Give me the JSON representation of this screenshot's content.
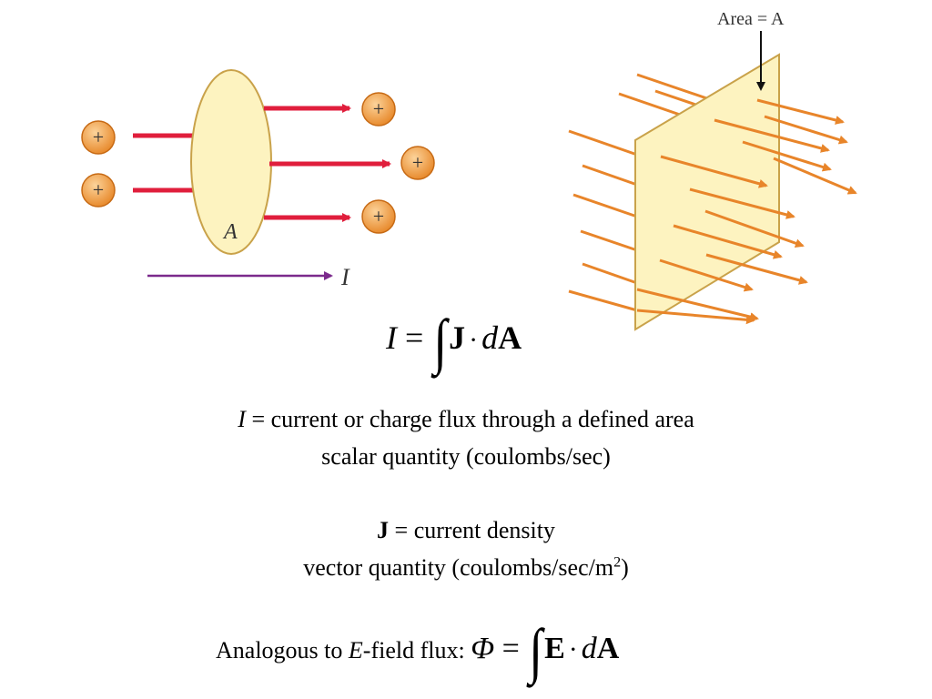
{
  "diagram_left": {
    "area_label": "A",
    "charge_symbol": "+",
    "current_label": "I",
    "colors": {
      "surface": "#fdf3c0",
      "surface_edge": "#c9a24a",
      "arrow": "#e01e3c",
      "charge": "#f5a24b",
      "current_arrow": "#7b2a8c"
    }
  },
  "diagram_right": {
    "area_caption": "Area = A",
    "colors": {
      "plane": "#fdf3c0",
      "plane_edge": "#c9a24a",
      "field": "#e8852a"
    }
  },
  "equation_current": {
    "lhs": "I",
    "eq": "=",
    "integral": "∫",
    "vec": "J",
    "dot": "·",
    "d": "d",
    "area": "A"
  },
  "definition_I": {
    "symbol": "I",
    "text": " = current or charge flux through a defined area",
    "line2": "scalar quantity (coulombs/sec)"
  },
  "definition_J": {
    "symbol": "J",
    "text": " = current density",
    "line2_prefix": "vector quantity (coulombs/sec/m",
    "line2_sup": "2",
    "line2_suffix": ")"
  },
  "analogy": {
    "prefix": "Analogous to ",
    "e": "E",
    "suffix": "-field flux: ",
    "phi": "Φ",
    "eq": "=",
    "integral": "∫",
    "vec": "E",
    "dot": "·",
    "d": "d",
    "area": "A"
  }
}
